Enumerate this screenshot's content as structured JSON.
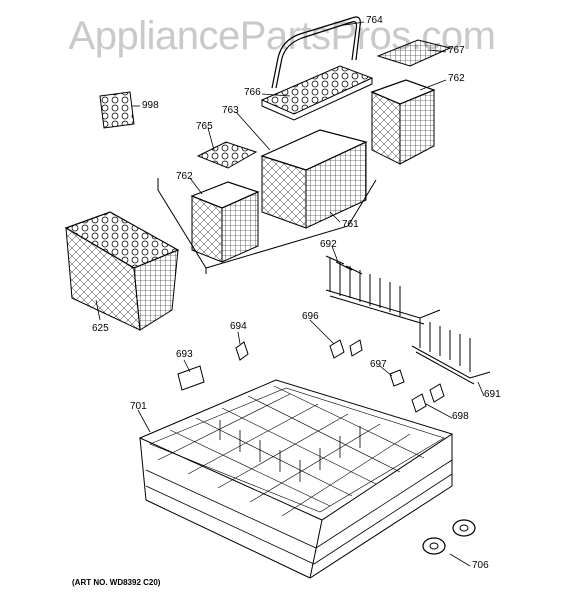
{
  "watermark": "AppliancePartsPros.com",
  "art_number": "(ART NO. WD8392 C20)",
  "callouts": {
    "p764": "764",
    "p767": "767",
    "p766": "766",
    "p998": "998",
    "p762a": "762",
    "p763": "763",
    "p765": "765",
    "p762b": "762",
    "p761": "761",
    "p692": "692",
    "p625": "625",
    "p694": "694",
    "p696": "696",
    "p693": "693",
    "p697": "697",
    "p691": "691",
    "p701": "701",
    "p698": "698",
    "p706": "706"
  }
}
